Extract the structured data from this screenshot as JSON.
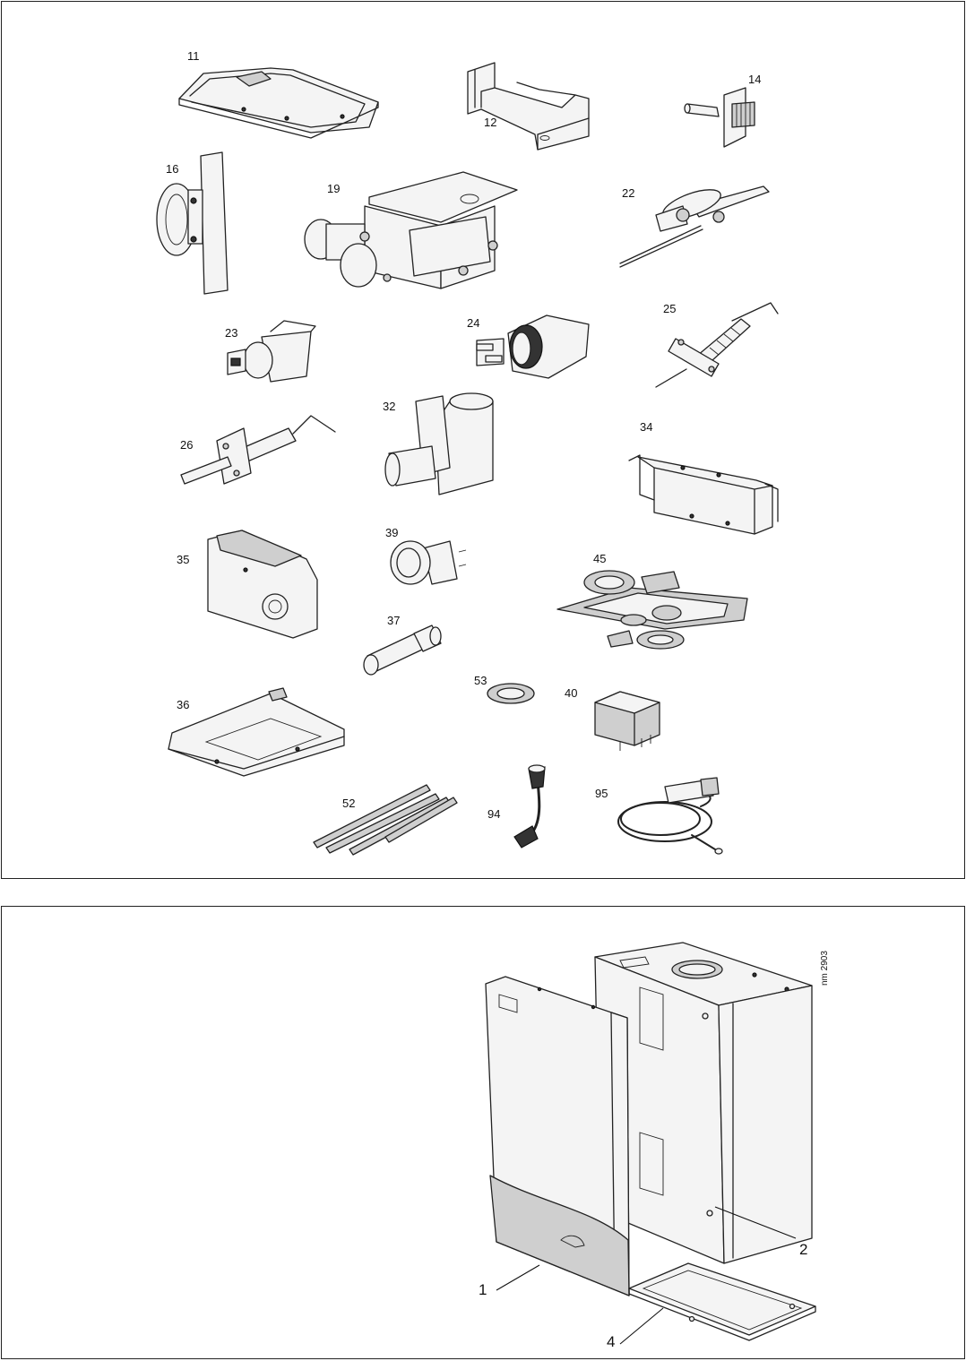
{
  "top_panel": {
    "labels": {
      "p11": "11",
      "p12": "12",
      "p14": "14",
      "p16": "16",
      "p19": "19",
      "p22": "22",
      "p23": "23",
      "p24": "24",
      "p25": "25",
      "p26": "26",
      "p32": "32",
      "p34": "34",
      "p35": "35",
      "p39": "39",
      "p45": "45",
      "p37": "37",
      "p53": "53",
      "p40": "40",
      "p36": "36",
      "p52": "52",
      "p94": "94",
      "p95": "95"
    }
  },
  "bottom_panel": {
    "labels": {
      "p1": "1",
      "p2": "2",
      "p4": "4"
    },
    "figure_ref": "nm 2903"
  }
}
